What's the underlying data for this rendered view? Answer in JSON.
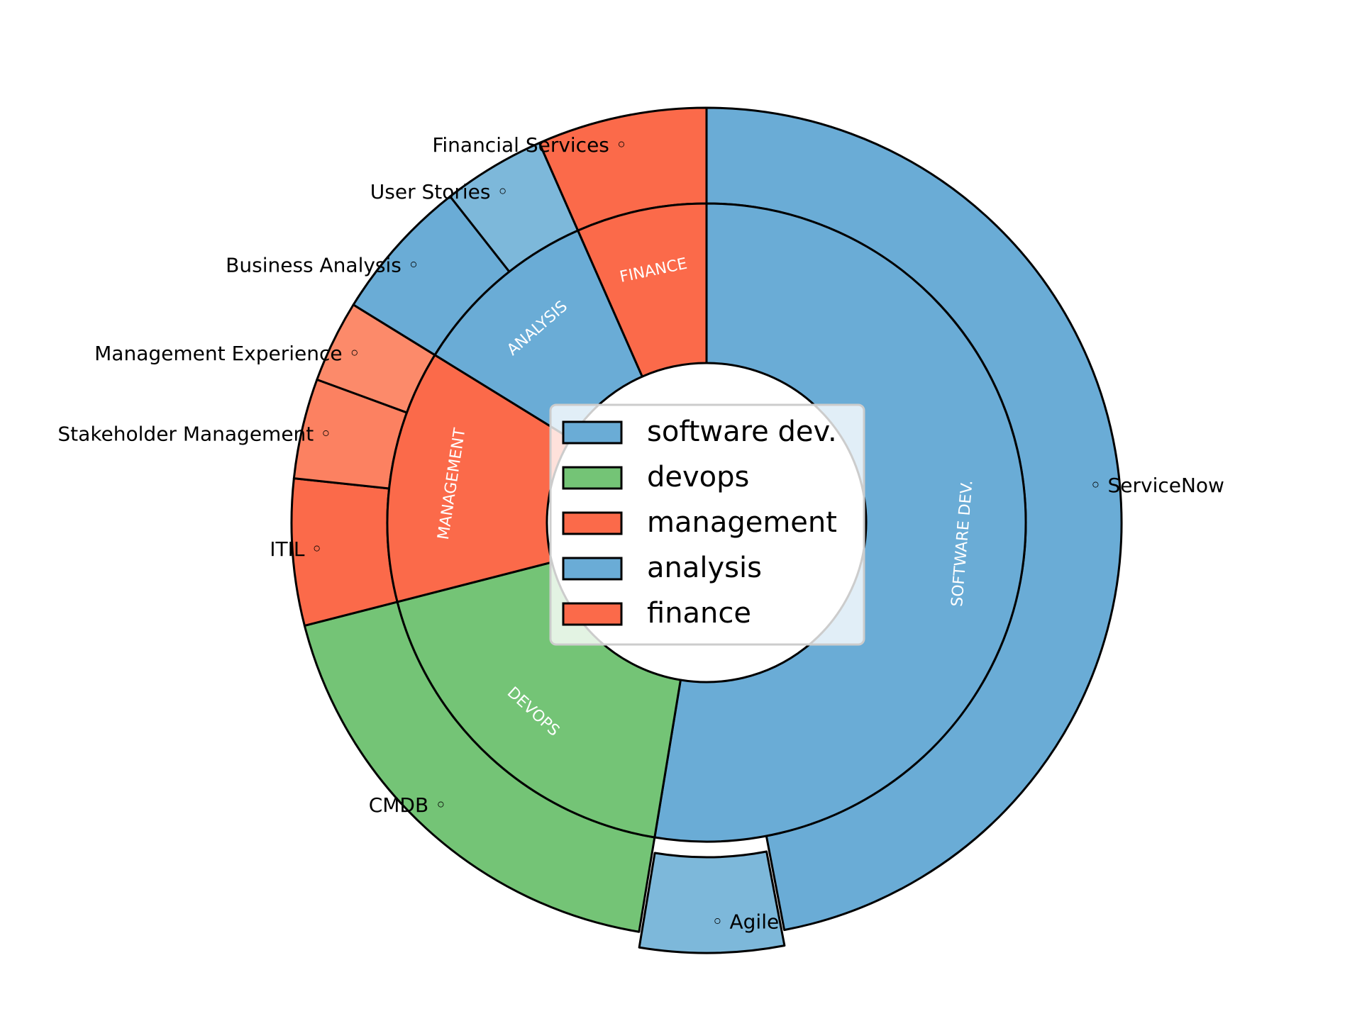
{
  "chart_data": {
    "type": "sunburst",
    "title": "",
    "inner_ring": [
      {
        "name": "software dev.",
        "label": "SOFTWARE DEV.",
        "value": 52.6,
        "color": "#6aacd6"
      },
      {
        "name": "devops",
        "label": "DEVOPS",
        "value": 18.4,
        "color": "#74c476"
      },
      {
        "name": "management",
        "label": "MANAGEMENT",
        "value": 12.8,
        "color": "#fb6a4a"
      },
      {
        "name": "analysis",
        "label": "ANALYSIS",
        "value": 9.6,
        "color": "#6aacd6"
      },
      {
        "name": "finance",
        "label": "FINANCE",
        "value": 6.6,
        "color": "#fb6a4a"
      }
    ],
    "outer_ring": [
      {
        "label": "ServiceNow",
        "parent": "software dev.",
        "value": 47.0,
        "color": "#6aacd6",
        "exploded": false
      },
      {
        "label": "Agile",
        "parent": "software dev.",
        "value": 5.6,
        "color": "#7db8da",
        "exploded": true
      },
      {
        "label": "CMDB",
        "parent": "devops",
        "value": 18.4,
        "color": "#74c476",
        "exploded": false
      },
      {
        "label": "ITIL",
        "parent": "management",
        "value": 5.7,
        "color": "#fb6a4a",
        "exploded": false
      },
      {
        "label": "Stakeholder Management",
        "parent": "management",
        "value": 3.9,
        "color": "#fc8161",
        "exploded": false
      },
      {
        "label": "Management Experience",
        "parent": "management",
        "value": 3.2,
        "color": "#fc8a6a",
        "exploded": false
      },
      {
        "label": "Business Analysis",
        "parent": "analysis",
        "value": 5.6,
        "color": "#6aacd6",
        "exploded": false
      },
      {
        "label": "User Stories",
        "parent": "analysis",
        "value": 4.0,
        "color": "#7db8da",
        "exploded": false
      },
      {
        "label": "Financial Services",
        "parent": "finance",
        "value": 6.6,
        "color": "#fb6a4a",
        "exploded": false
      }
    ],
    "legend": {
      "placement": "center",
      "entries": [
        {
          "label": "software dev.",
          "color": "#6aacd6"
        },
        {
          "label": "devops",
          "color": "#74c476"
        },
        {
          "label": "management",
          "color": "#fb6a4a"
        },
        {
          "label": "analysis",
          "color": "#6aacd6"
        },
        {
          "label": "finance",
          "color": "#fb6a4a"
        }
      ]
    }
  }
}
